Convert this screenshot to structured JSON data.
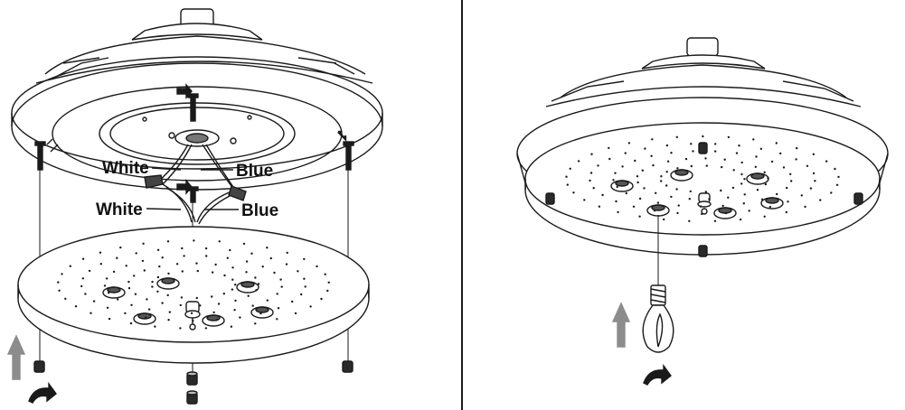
{
  "labels": {
    "upper_left": "White",
    "upper_right": "Blue",
    "lower_left": "White",
    "lower_right": "Blue"
  },
  "colors": {
    "line": "#1a1a1a",
    "hardware": "#2a2a2a",
    "arrow_fill": "#8c8c8c",
    "background": "#ffffff"
  },
  "icons": [
    "up-arrow-icon",
    "rotate-arrow-icon",
    "screw-arrow-icon"
  ]
}
